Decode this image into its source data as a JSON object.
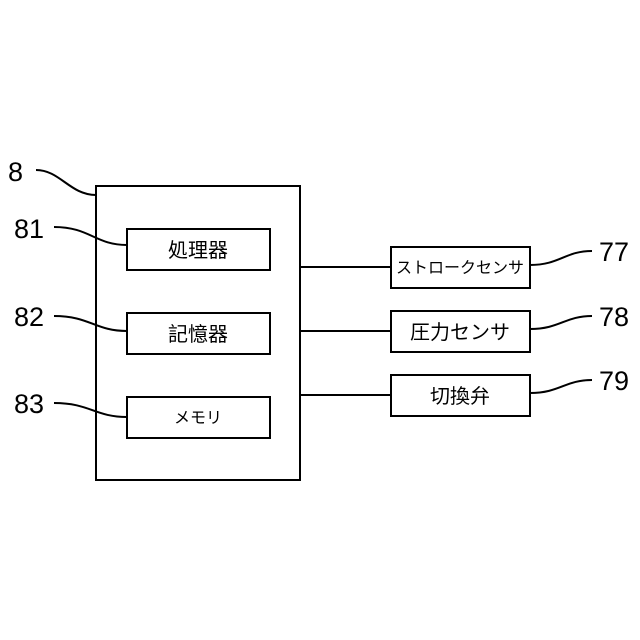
{
  "controller": {
    "ref": "8",
    "modules": [
      {
        "ref": "81",
        "label": "処理器"
      },
      {
        "ref": "82",
        "label": "記憶器"
      },
      {
        "ref": "83",
        "label": "メモリ"
      }
    ]
  },
  "peripherals": [
    {
      "ref": "77",
      "label": "ストロークセンサ"
    },
    {
      "ref": "78",
      "label": "圧力センサ"
    },
    {
      "ref": "79",
      "label": "切換弁"
    }
  ]
}
